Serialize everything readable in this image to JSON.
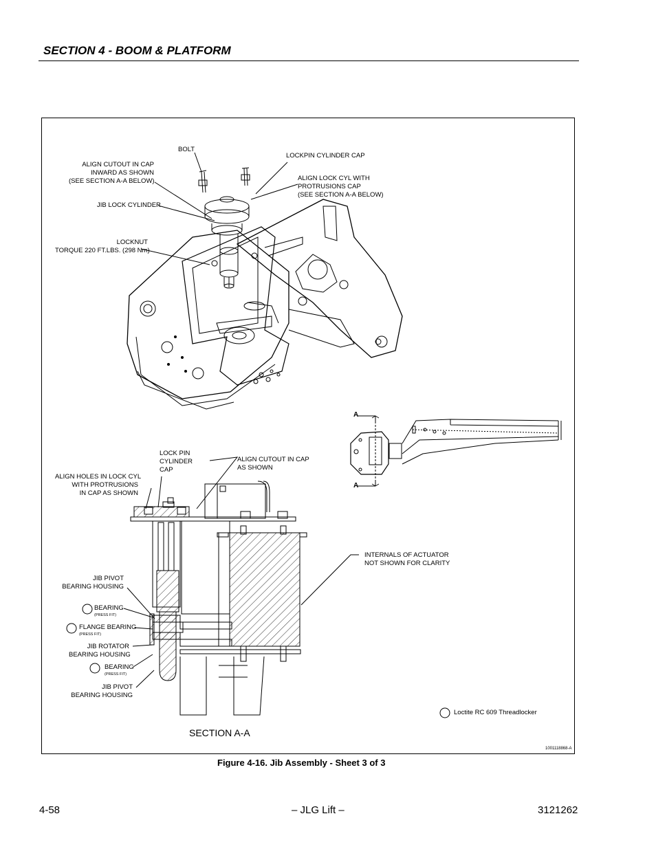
{
  "header": {
    "section_title": "SECTION 4 - BOOM & PLATFORM"
  },
  "figure": {
    "caption": "Figure 4-16.  Jib Assembly - Sheet 3 of 3",
    "doc_number": "1001118868-A",
    "section_label": "SECTION A-A",
    "section_marker": "A",
    "callouts": {
      "bolt": "BOLT",
      "lockpin_cylinder_cap": "LOCKPIN CYLINDER CAP",
      "align_cutout_cap": "ALIGN CUTOUT IN CAP\nINWARD AS SHOWN\n(SEE SECTION A-A BELOW)",
      "align_lock_cyl": "ALIGN LOCK CYL WITH\nPROTRUSIONS CAP\n(SEE SECTION A-A BELOW)",
      "jib_lock_cylinder": "JIB LOCK CYLINDER",
      "locknut": "LOCKNUT\nTORQUE 220 FT.LBS. (298 Nm)",
      "lock_pin_cylinder_cap": "LOCK PIN\nCYLINDER\nCAP",
      "align_cutout_shown": "ALIGN CUTOUT IN CAP\nAS SHOWN",
      "align_holes": "ALIGN HOLES IN LOCK CYL\nWITH PROTRUSIONS\nIN CAP AS SHOWN",
      "internals": "INTERNALS OF ACTUATOR\nNOT SHOWN FOR CLARITY",
      "jib_pivot_housing_1": "JIB PIVOT\nBEARING HOUSING",
      "bearing_1": "BEARING",
      "flange_bearing": "FLANGE BEARING",
      "jib_rotator_housing": "JIB ROTATOR\nBEARING HOUSING",
      "bearing_2": "BEARING",
      "jib_pivot_housing_2": "JIB PIVOT\nBEARING HOUSING",
      "press_fit": "(PRESS FIT)",
      "loctite": "Loctite RC 609 Threadlocker"
    }
  },
  "footer": {
    "page_number": "4-58",
    "center": "– JLG Lift –",
    "manual_number": "3121262"
  }
}
